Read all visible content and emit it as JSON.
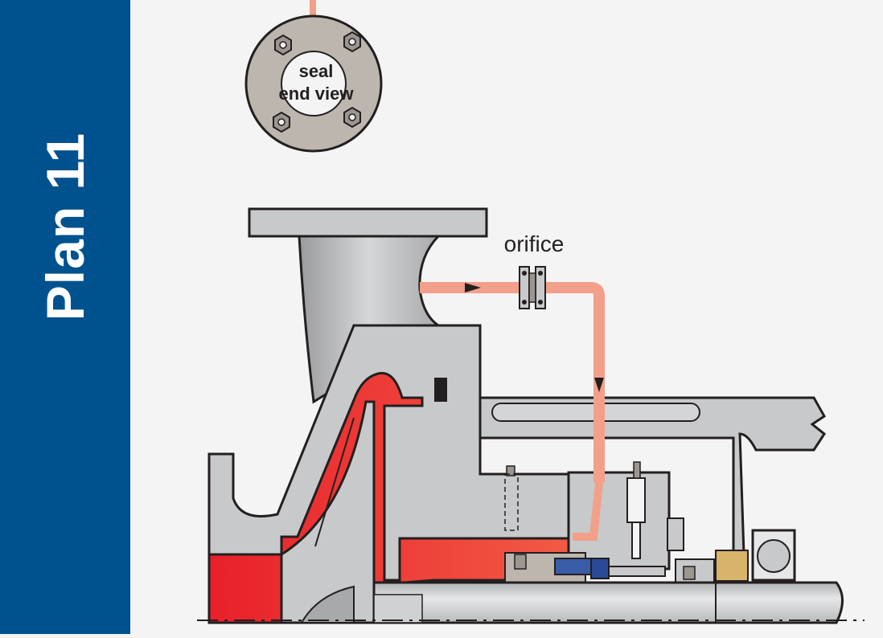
{
  "sidebar": {
    "title": "Plan 11"
  },
  "diagram": {
    "seal_end_view_line1": "seal",
    "seal_end_view_line2": "end view",
    "orifice_label": "orifice"
  },
  "colors": {
    "sidebar_blue": "#00528f",
    "flush_pipe": "#f2a08a",
    "process_fluid": "#e8202a",
    "metal_gray": "#c8c9cb",
    "seal_face_gray": "#bcb6ae"
  }
}
